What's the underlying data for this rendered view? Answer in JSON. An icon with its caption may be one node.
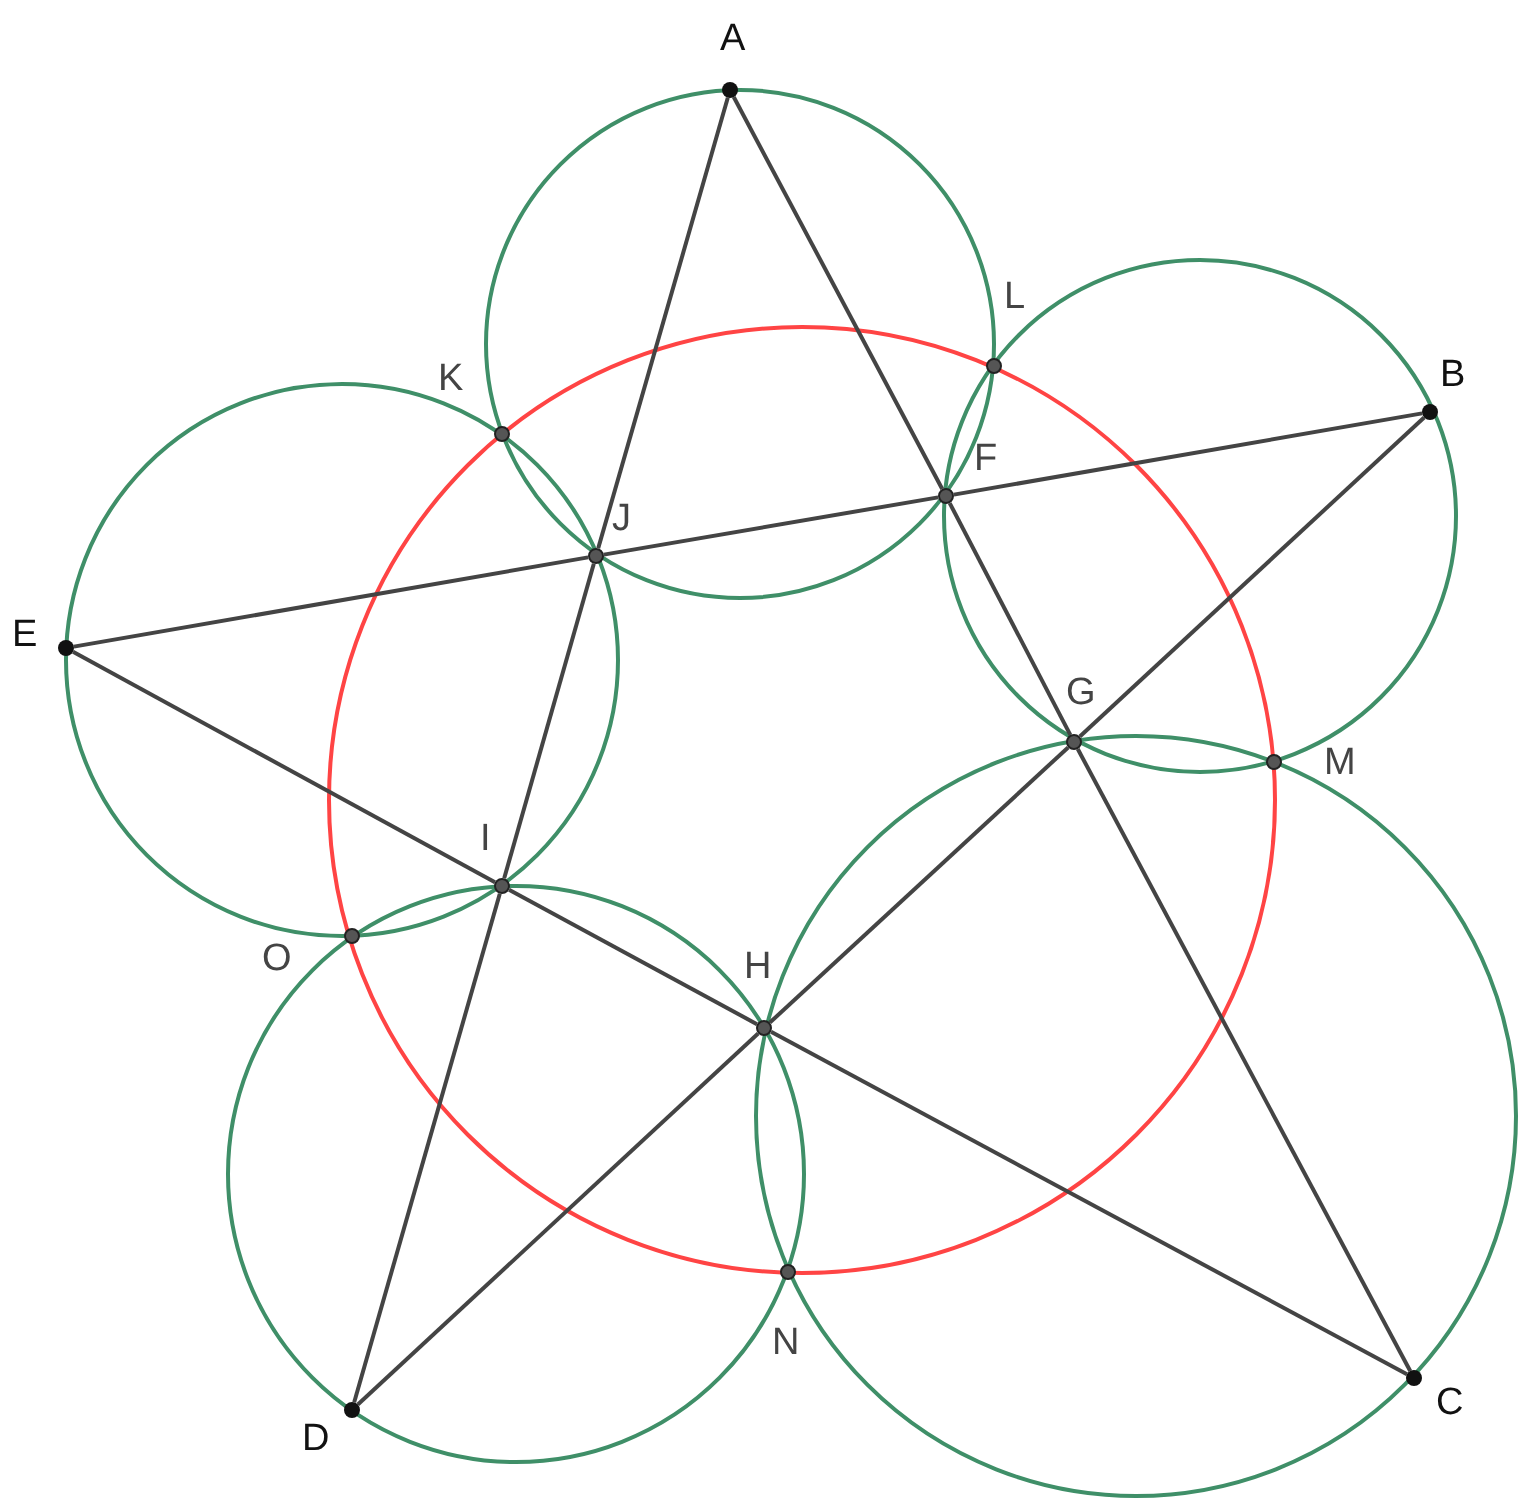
{
  "diagram": {
    "nodes": [
      {
        "text": [
          "A"
        ]
      },
      {
        "text": [
          "B"
        ]
      },
      {
        "text": [
          "C"
        ]
      },
      {
        "text": [
          "D"
        ]
      },
      {
        "text": [
          "E"
        ]
      },
      {
        "text": [
          "F"
        ]
      },
      {
        "text": [
          "G"
        ]
      },
      {
        "text": [
          "H"
        ]
      },
      {
        "text": [
          "I"
        ]
      },
      {
        "text": [
          "J"
        ]
      },
      {
        "text": [
          "K"
        ]
      },
      {
        "text": [
          "L"
        ]
      },
      {
        "text": [
          "M"
        ]
      },
      {
        "text": [
          "N"
        ]
      },
      {
        "text": [
          "O"
        ]
      }
    ],
    "edges": [
      {
        "from": 0,
        "to": 9,
        "arrow": "none"
      },
      {
        "from": 9,
        "to": 8,
        "arrow": "none"
      },
      {
        "from": 8,
        "to": 3,
        "arrow": "none"
      },
      {
        "from": 0,
        "to": 5,
        "arrow": "none"
      },
      {
        "from": 5,
        "to": 6,
        "arrow": "none"
      },
      {
        "from": 6,
        "to": 2,
        "arrow": "none"
      },
      {
        "from": 4,
        "to": 9,
        "arrow": "none"
      },
      {
        "from": 9,
        "to": 5,
        "arrow": "none"
      },
      {
        "from": 5,
        "to": 1,
        "arrow": "none"
      },
      {
        "from": 4,
        "to": 8,
        "arrow": "none"
      },
      {
        "from": 8,
        "to": 7,
        "arrow": "none"
      },
      {
        "from": 7,
        "to": 2,
        "arrow": "none"
      },
      {
        "from": 3,
        "to": 7,
        "arrow": "none"
      },
      {
        "from": 7,
        "to": 6,
        "arrow": "none"
      },
      {
        "from": 6,
        "to": 1,
        "arrow": "none"
      }
    ]
  }
}
